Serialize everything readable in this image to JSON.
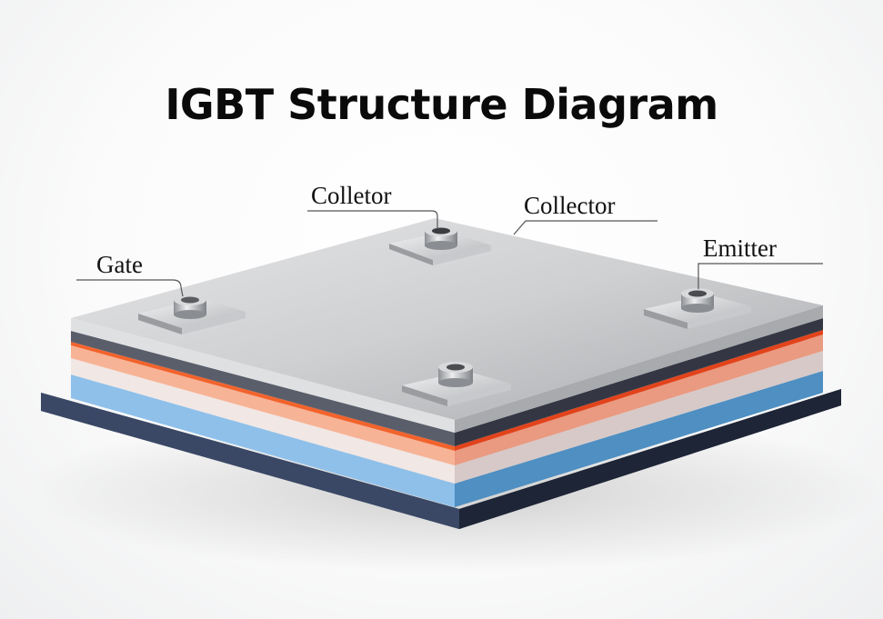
{
  "title": "IGBT Structure Diagram",
  "labels": {
    "colletor": "Colletor",
    "collector": "Collector",
    "gate": "Gate",
    "emitter": "Emitter"
  },
  "layers": [
    {
      "name": "metal-top-plate",
      "color": "#c9cacc"
    },
    {
      "name": "dark-gray-layer",
      "color": "#4a4d57"
    },
    {
      "name": "orange-thin-layer",
      "color": "#f05a28"
    },
    {
      "name": "salmon-layer",
      "color": "#f4a98c"
    },
    {
      "name": "pale-pink-layer",
      "color": "#ece0dd"
    },
    {
      "name": "light-blue-layer",
      "color": "#7fb4e2"
    },
    {
      "name": "navy-base",
      "color": "#2c3a55"
    }
  ]
}
